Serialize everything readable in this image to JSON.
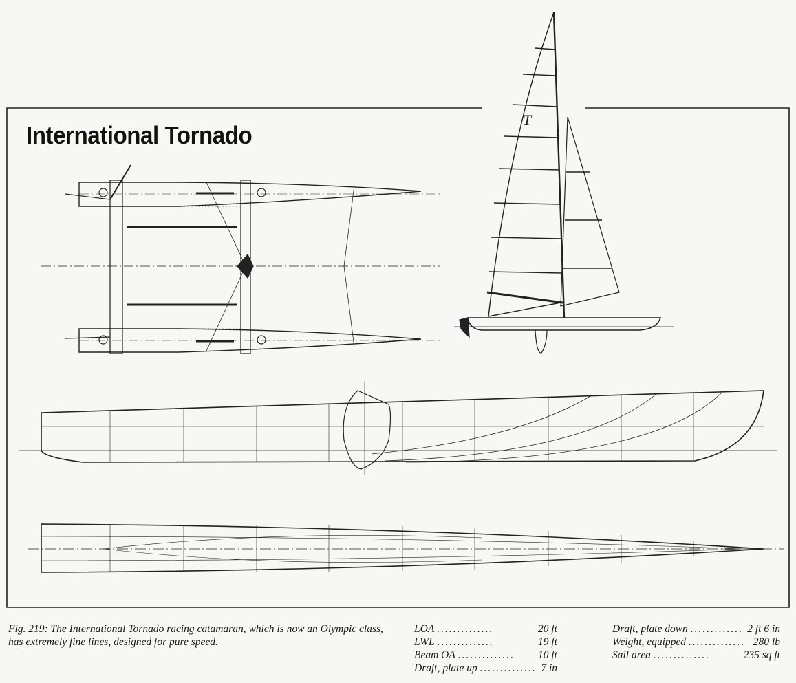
{
  "title": "International Tornado",
  "sail_insignia": "T",
  "caption": "Fig. 219: The International Tornado racing catamaran, which is now an Olympic class, has extremely fine lines, designed for pure speed.",
  "specs_left": [
    {
      "label": "LOA",
      "value": "20 ft"
    },
    {
      "label": "LWL",
      "value": "19 ft"
    },
    {
      "label": "Beam OA",
      "value": "10 ft"
    },
    {
      "label": "Draft, plate up",
      "value": "7 in"
    }
  ],
  "specs_right": [
    {
      "label": "Draft, plate down",
      "value": "2 ft 6 in"
    },
    {
      "label": "Weight, equipped",
      "value": "280 lb"
    },
    {
      "label": "Sail area",
      "value": "235 sq ft"
    }
  ]
}
